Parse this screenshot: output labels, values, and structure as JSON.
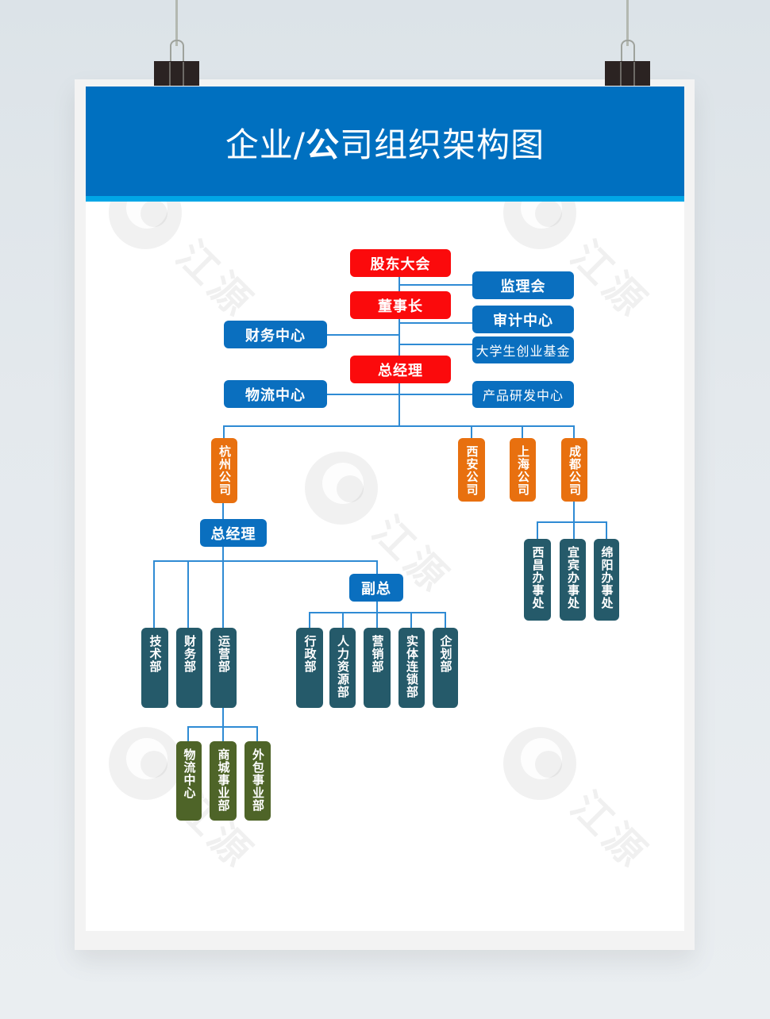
{
  "poster": {
    "title_prefix": "企业/",
    "title_bold": "公",
    "title_suffix": "司组织架构图",
    "title_full": "企业/公司组织架构图"
  },
  "org": {
    "leadership": {
      "shareholders": "股东大会",
      "board_chair": "董事长",
      "general_manager": "总经理"
    },
    "staff": {
      "supervisory_board": "监理会",
      "audit_center": "审计中心",
      "student_fund": "大学生创业基金",
      "finance_center": "财务中心",
      "logistics_center": "物流中心",
      "rd_center": "产品研发中心"
    },
    "branches": [
      "杭州公司",
      "西安公司",
      "上海公司",
      "成都公司"
    ],
    "hangzhou": {
      "general_manager": "总经理",
      "departments": [
        "技术部",
        "财务部",
        "运营部"
      ],
      "deputy": "副总",
      "deputy_departments": [
        "行政部",
        "人力资源部",
        "营销部",
        "实体连锁部",
        "企划部"
      ],
      "operations_units": [
        "物流中心",
        "商城事业部",
        "外包事业部"
      ]
    },
    "chengdu": {
      "offices": [
        "西昌办事处",
        "宜宾办事处",
        "绵阳办事处"
      ]
    }
  },
  "colors": {
    "header": "#0070c0",
    "header_stripe": "#00a6e6",
    "leadership": "#fb0a0c",
    "staff": "#0a6fbf",
    "branch": "#e8700f",
    "department": "#255a6a",
    "unit": "#4e6428",
    "connector": "#2f8bd4"
  },
  "watermark": {
    "text": "江源"
  }
}
